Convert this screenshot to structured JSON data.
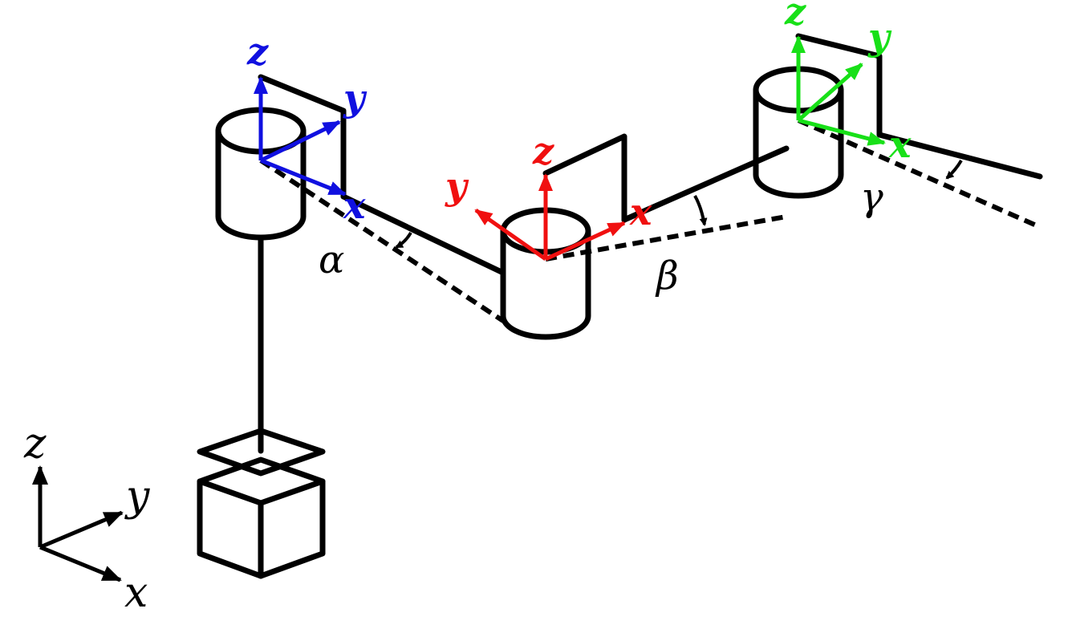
{
  "colors": {
    "frame1": "#1010e0",
    "frame2": "#f01010",
    "frame3": "#18e018",
    "ink": "#000000"
  },
  "frames": {
    "blue": {
      "x": "x",
      "y": "y",
      "z": "z"
    },
    "red": {
      "x": "x",
      "y": "y",
      "z": "z"
    },
    "green": {
      "x": "x",
      "y": "y",
      "z": "z"
    }
  },
  "world": {
    "x": "x",
    "y": "y",
    "z": "z"
  },
  "angles": {
    "alpha": "α",
    "beta": "β",
    "gamma": "γ"
  }
}
